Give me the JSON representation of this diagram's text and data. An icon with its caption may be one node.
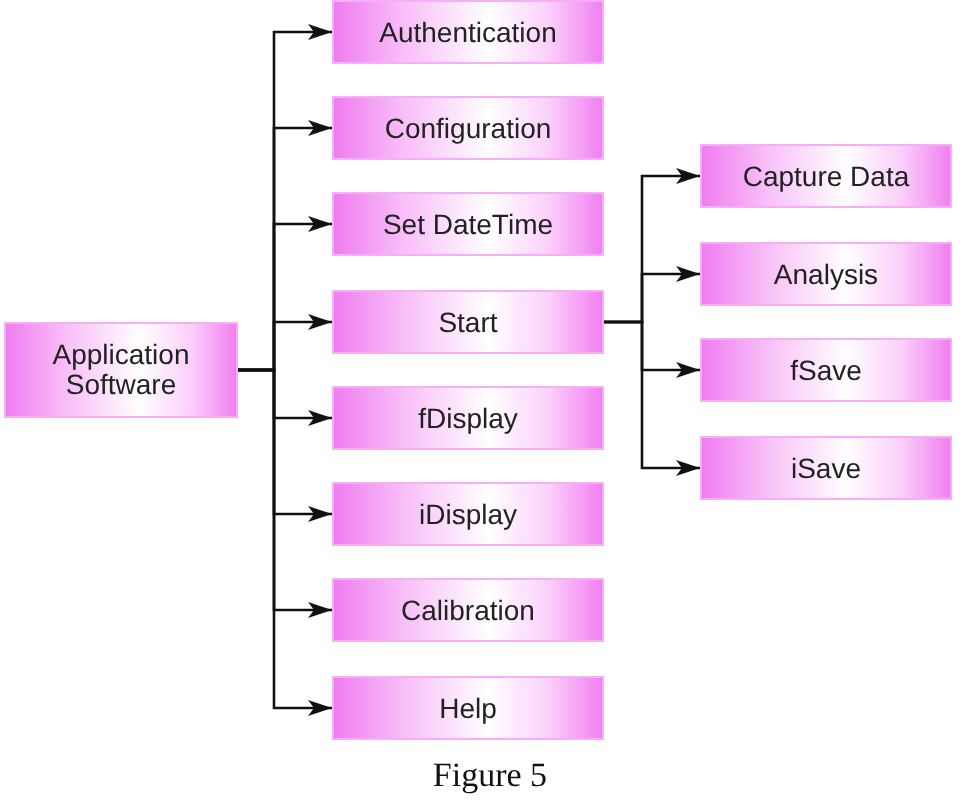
{
  "diagram": {
    "caption": "Figure 5",
    "nodes": [
      {
        "text": [
          "Application Software"
        ]
      },
      {
        "text": [
          "Authentication"
        ]
      },
      {
        "text": [
          "Configuration"
        ]
      },
      {
        "text": [
          "Set DateTime"
        ]
      },
      {
        "text": [
          "Start"
        ]
      },
      {
        "text": [
          "fDisplay"
        ]
      },
      {
        "text": [
          "iDisplay"
        ]
      },
      {
        "text": [
          "Calibration"
        ]
      },
      {
        "text": [
          "Help"
        ]
      },
      {
        "text": [
          "Capture Data"
        ]
      },
      {
        "text": [
          "Analysis"
        ]
      },
      {
        "text": [
          "fSave"
        ]
      },
      {
        "text": [
          "iSave"
        ]
      }
    ],
    "edges": [
      {
        "from": 0,
        "to": 1,
        "arrow": "to"
      },
      {
        "from": 0,
        "to": 2,
        "arrow": "to"
      },
      {
        "from": 0,
        "to": 3,
        "arrow": "to"
      },
      {
        "from": 0,
        "to": 4,
        "arrow": "to"
      },
      {
        "from": 0,
        "to": 5,
        "arrow": "to"
      },
      {
        "from": 0,
        "to": 6,
        "arrow": "to"
      },
      {
        "from": 0,
        "to": 7,
        "arrow": "to"
      },
      {
        "from": 0,
        "to": 8,
        "arrow": "to"
      },
      {
        "from": 4,
        "to": 9,
        "arrow": "to"
      },
      {
        "from": 4,
        "to": 10,
        "arrow": "to"
      },
      {
        "from": 4,
        "to": 11,
        "arrow": "to"
      },
      {
        "from": 4,
        "to": 12,
        "arrow": "to"
      }
    ]
  }
}
